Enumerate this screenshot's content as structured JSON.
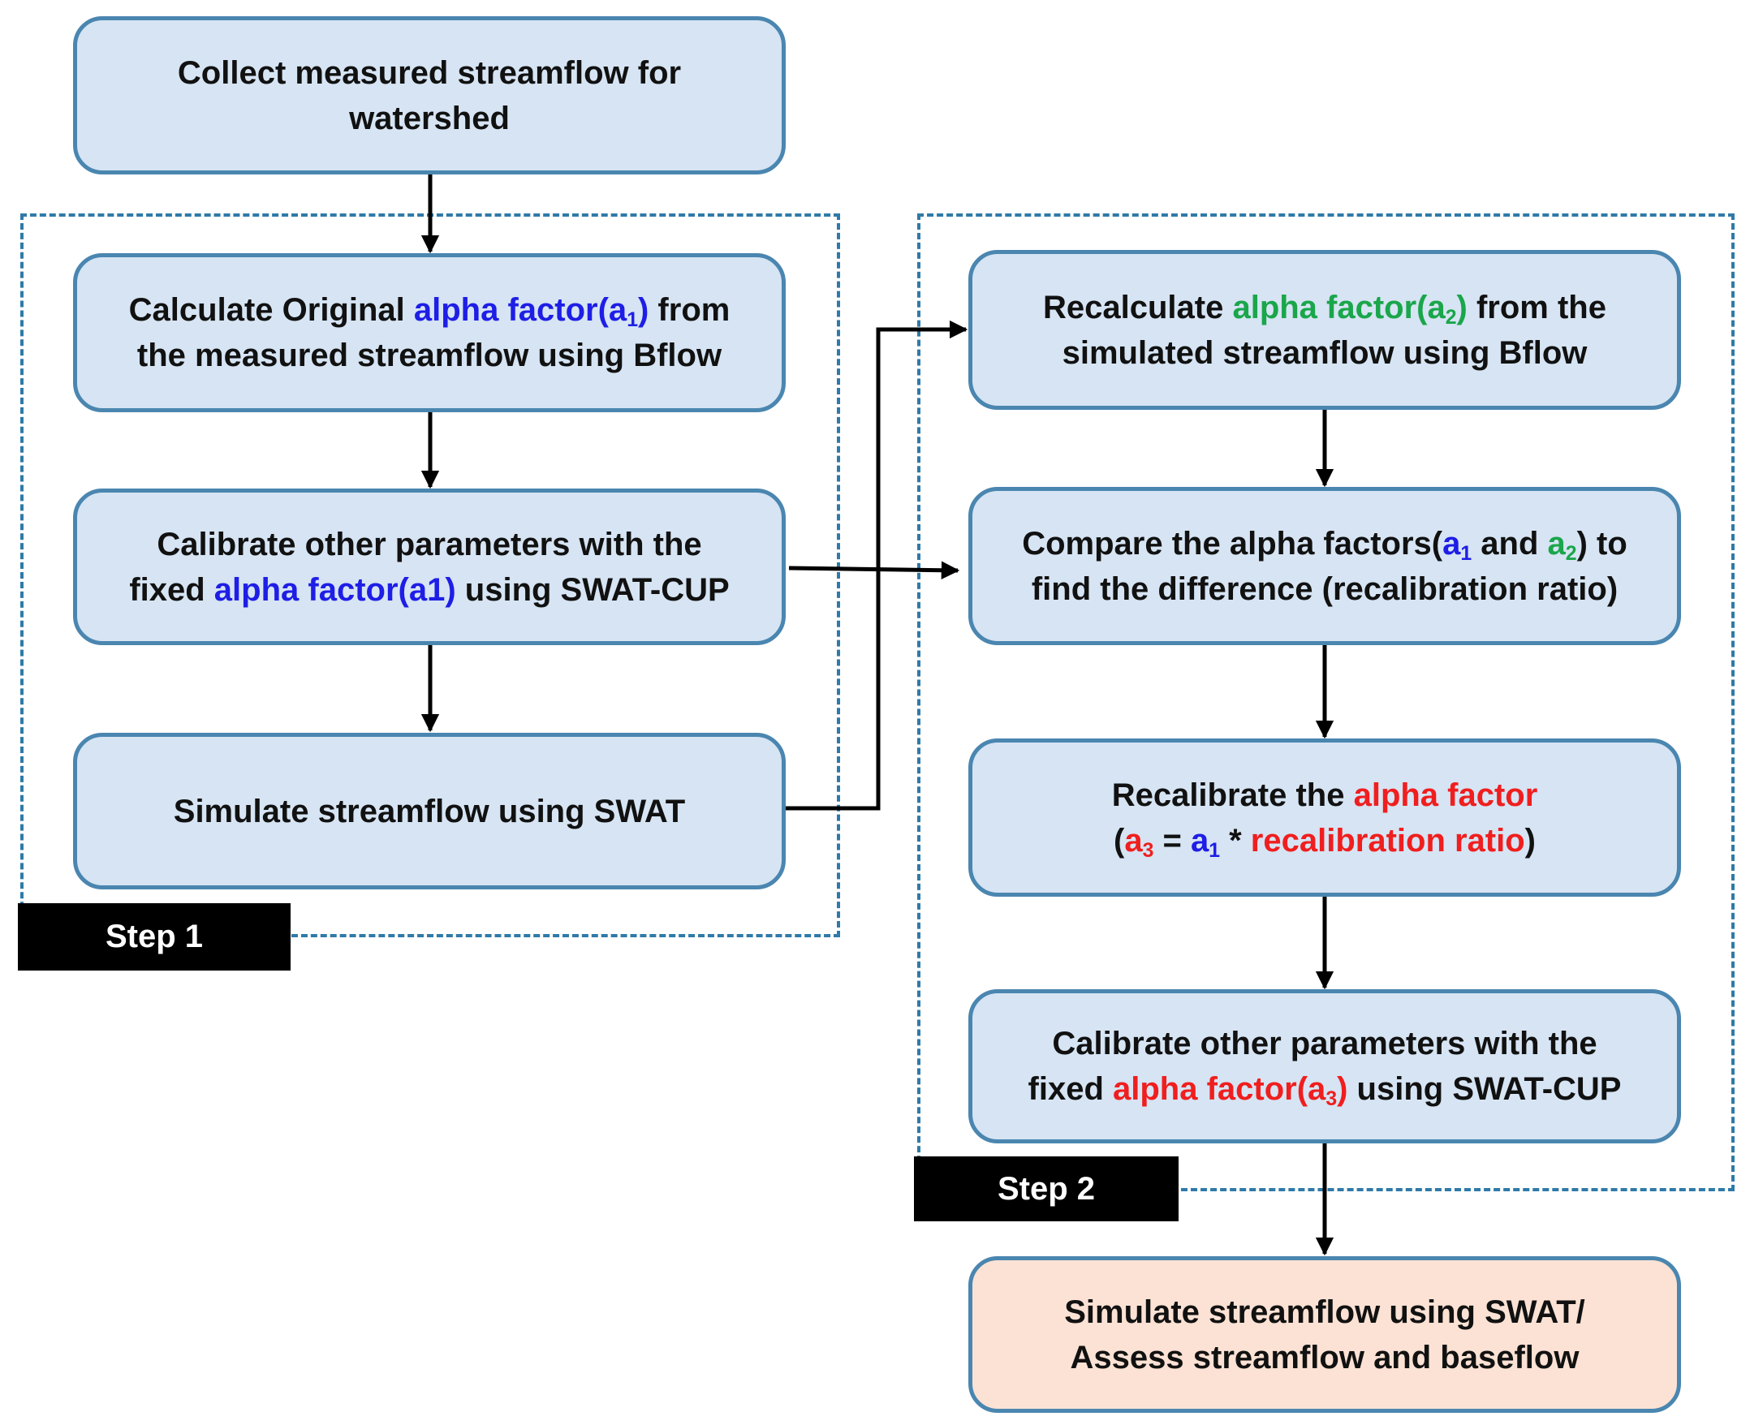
{
  "nodes": {
    "collect": {
      "line1": "Collect measured streamflow for",
      "line2": "watershed"
    },
    "calc_original": {
      "line1_pre": "Calculate Original ",
      "line1_term": "alpha factor(a",
      "line1_sub": "1",
      "line1_close": ")",
      "line1_post": " from",
      "line2": "the measured streamflow using Bflow"
    },
    "calibrate_a1": {
      "line1": "Calibrate other parameters with the",
      "line2_pre": "fixed ",
      "line2_term": "alpha factor(a1)",
      "line2_post": " using SWAT-CUP"
    },
    "simulate": {
      "line1": "Simulate streamflow using SWAT"
    },
    "recalc": {
      "line1_pre": "Recalculate ",
      "line1_term": "alpha factor(a",
      "line1_sub": "2",
      "line1_close": ")",
      "line1_post": " from the",
      "line2": "simulated streamflow using Bflow"
    },
    "compare": {
      "line1_pre": "Compare the alpha factors(",
      "a1_base": "a",
      "a1_sub": "1",
      "and": " and ",
      "a2_base": "a",
      "a2_sub": "2",
      "line1_post": ") to",
      "line2": "find the difference (recalibration ratio)"
    },
    "recalibrate": {
      "line1_pre": "Recalibrate the ",
      "line1_term": "alpha factor",
      "open": "(",
      "a3_base": "a",
      "a3_sub": "3",
      "eq": " = ",
      "a1_base": "a",
      "a1_sub": "1",
      "times": " * ",
      "ratio": "recalibration ratio",
      "close": ")"
    },
    "calibrate_a3": {
      "line1": "Calibrate other parameters with the",
      "line2_pre": "fixed ",
      "line2_term": "alpha factor(a",
      "line2_sub": "3",
      "line2_close": ")",
      "line2_post": " using SWAT-CUP"
    },
    "final": {
      "line1": "Simulate streamflow using SWAT/",
      "line2": "Assess streamflow and baseflow"
    }
  },
  "steps": {
    "step1": "Step 1",
    "step2": "Step 2"
  },
  "colors": {
    "node_fill": "#d6e4f3",
    "node_border": "#4a86b0",
    "final_fill": "#fbe2d4",
    "term_blue": "#1e1ee6",
    "term_green": "#1aa64a",
    "term_red": "#f01e1e",
    "step_border": "#2f7aa8"
  }
}
